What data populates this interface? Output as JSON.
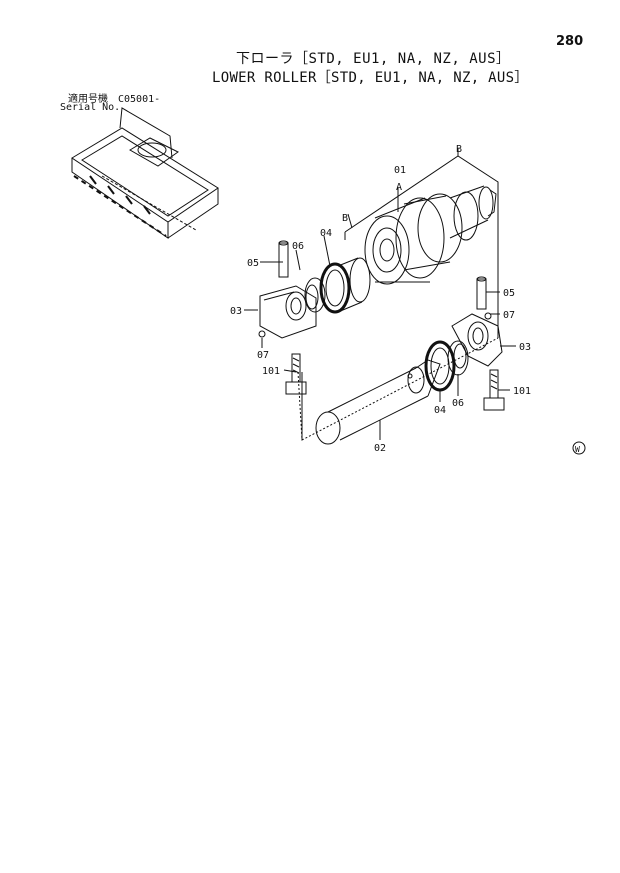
{
  "page_number": "280",
  "title_jp": "下ローラ［STD, EU1, NA, NZ, AUS］",
  "title_en": "LOWER ROLLER［STD, EU1, NA, NZ, AUS］",
  "serial_jp": "適用号機　C05001-",
  "serial_en": "Serial No.",
  "callouts": {
    "c01": "01",
    "cA": "A",
    "cB_top": "B",
    "cB_mid": "B",
    "c04_left": "04",
    "c06_left": "06",
    "c05_left": "05",
    "c03_left": "03",
    "c07_left": "07",
    "c101_left": "101",
    "c05_right": "05",
    "c07_right": "07",
    "c03_right": "03",
    "c101_right": "101",
    "c04_right": "04",
    "c06_right": "06",
    "c02": "02",
    "mark_w": "W"
  }
}
